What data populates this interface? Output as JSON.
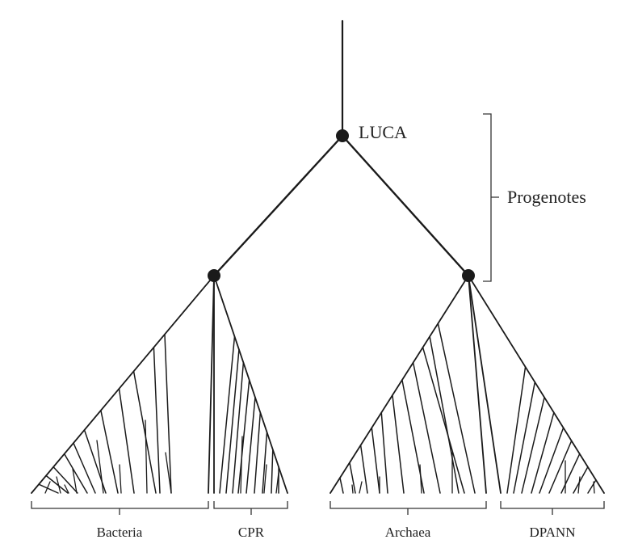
{
  "labels": {
    "root": "LUCA",
    "stage": "Progenotes",
    "groups": [
      "Bacteria",
      "CPR",
      "Archaea",
      "DPANN"
    ]
  },
  "colors": {
    "line": "#1a1a1a",
    "node": "#1a1a1a",
    "text": "#222222"
  }
}
